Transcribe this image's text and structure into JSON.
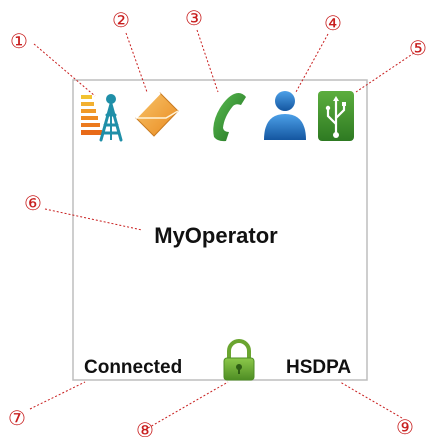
{
  "callouts": {
    "c1": "①",
    "c2": "②",
    "c3": "③",
    "c4": "④",
    "c5": "⑤",
    "c6": "⑥",
    "c7": "⑦",
    "c8": "⑧",
    "c9": "⑨"
  },
  "screen": {
    "operator_name": "MyOperator",
    "connection_status": "Connected",
    "network_type": "HSDPA"
  },
  "icons": {
    "signal": "signal-strength-icon",
    "message": "message-envelope-icon",
    "call": "phone-handset-icon",
    "contact": "contact-person-icon",
    "usb": "usb-icon",
    "lock": "padlock-icon"
  },
  "colors": {
    "callout": "#c81e1e",
    "signal_bars": "#f0a020",
    "antenna": "#1f8fa8",
    "envelope": "#f3a23a",
    "handset": "#2e8b2e",
    "person": "#1f6fbf",
    "usb_bg": "#3e8f2f",
    "lock": "#6aa530"
  }
}
